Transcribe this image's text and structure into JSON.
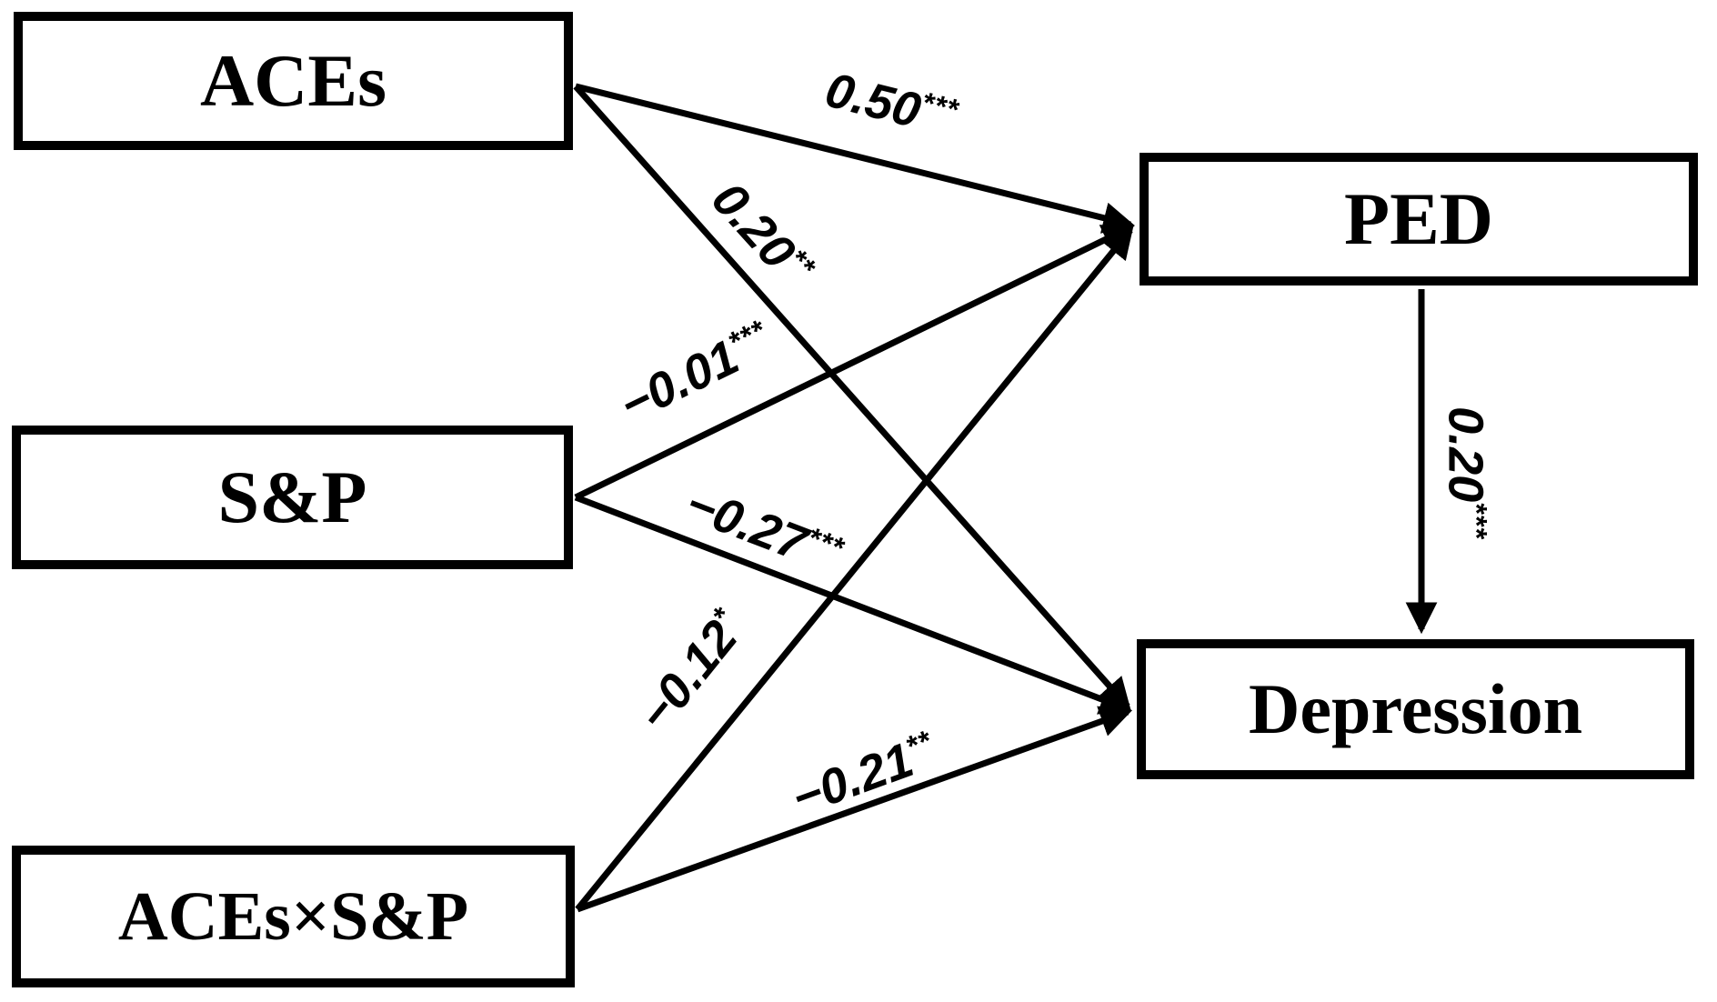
{
  "diagram": {
    "type": "path-model",
    "nodes": [
      {
        "id": "aces",
        "label": "ACEs"
      },
      {
        "id": "sp",
        "label": "S&P"
      },
      {
        "id": "aces-x-sp",
        "label": "ACEs×S&P"
      },
      {
        "id": "ped",
        "label": "PED"
      },
      {
        "id": "depression",
        "label": "Depression"
      }
    ],
    "edges": [
      {
        "from": "ACEs",
        "to": "PED",
        "coefficient": "0.50",
        "significance": "***"
      },
      {
        "from": "ACEs",
        "to": "Depression",
        "coefficient": "0.20",
        "significance": "**"
      },
      {
        "from": "S&P",
        "to": "PED",
        "coefficient": "−0.01",
        "significance": "***"
      },
      {
        "from": "S&P",
        "to": "Depression",
        "coefficient": "−0.27",
        "significance": "***"
      },
      {
        "from": "ACEs×S&P",
        "to": "PED",
        "coefficient": "−0.12",
        "significance": "*"
      },
      {
        "from": "ACEs×S&P",
        "to": "Depression",
        "coefficient": "−0.21",
        "significance": "**"
      },
      {
        "from": "PED",
        "to": "Depression",
        "coefficient": "0.20",
        "significance": "***"
      }
    ],
    "colors": {
      "ink": "#000000",
      "background": "#ffffff"
    }
  }
}
